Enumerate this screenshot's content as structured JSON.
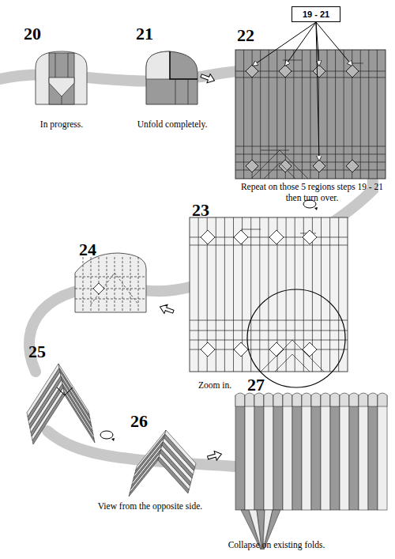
{
  "diagram": {
    "nodes": [
      {
        "text": [
          "19 - 21"
        ]
      }
    ],
    "labels": [
      "20",
      "21",
      "22",
      "In progress.",
      "Unfold completely.",
      "Repeat on those 5 regions steps 19 - 21 then turn over.",
      "23",
      "24",
      "Zoom in.",
      "25",
      "26",
      "27",
      "View from the opposite side.",
      "Collapse on existing folds."
    ]
  }
}
